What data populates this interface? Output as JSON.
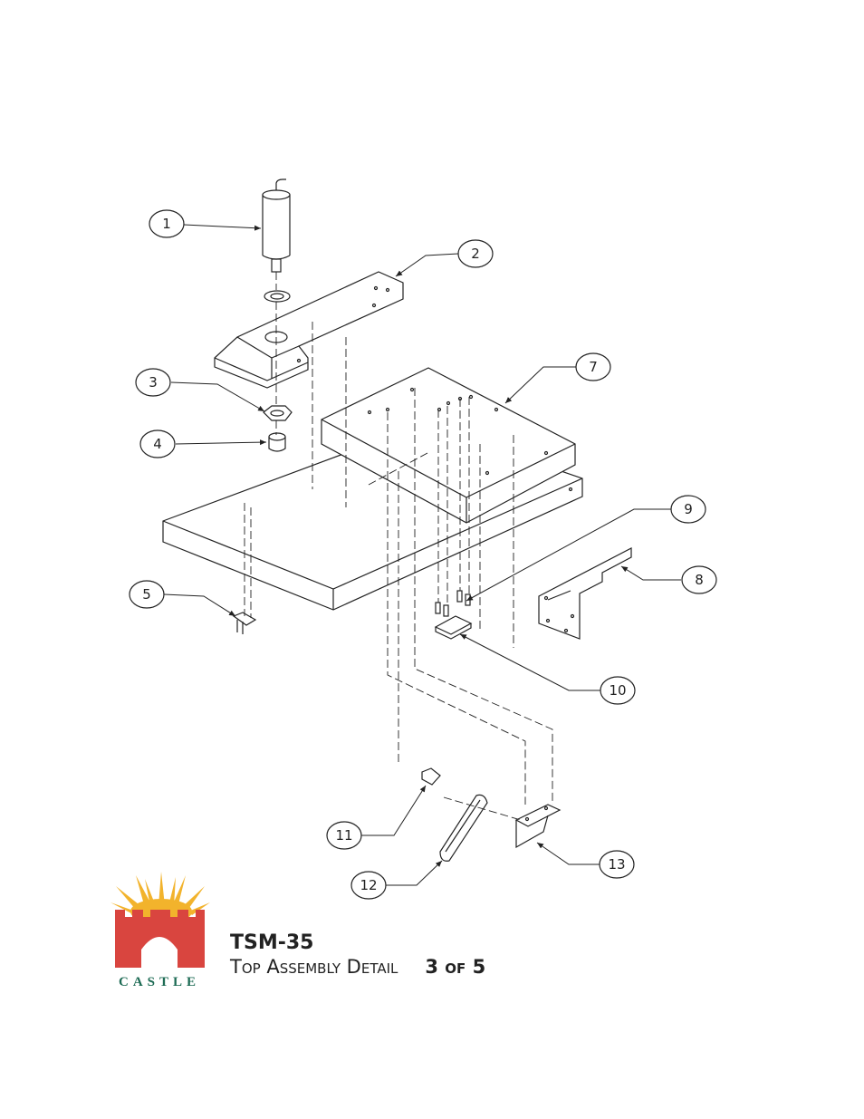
{
  "callouts": [
    "1",
    "2",
    "3",
    "4",
    "5",
    "7",
    "8",
    "9",
    "10",
    "11",
    "12",
    "13"
  ],
  "logo": {
    "brand": "CASTLE",
    "colors": {
      "sun": "#f2b32c",
      "castle": "#d9453f",
      "text": "#1d6b54"
    }
  },
  "title_block": {
    "model": "TSM-35",
    "title": "Top Assembly Detail",
    "page": "3 of 5"
  },
  "colors": {
    "line": "#222222"
  }
}
